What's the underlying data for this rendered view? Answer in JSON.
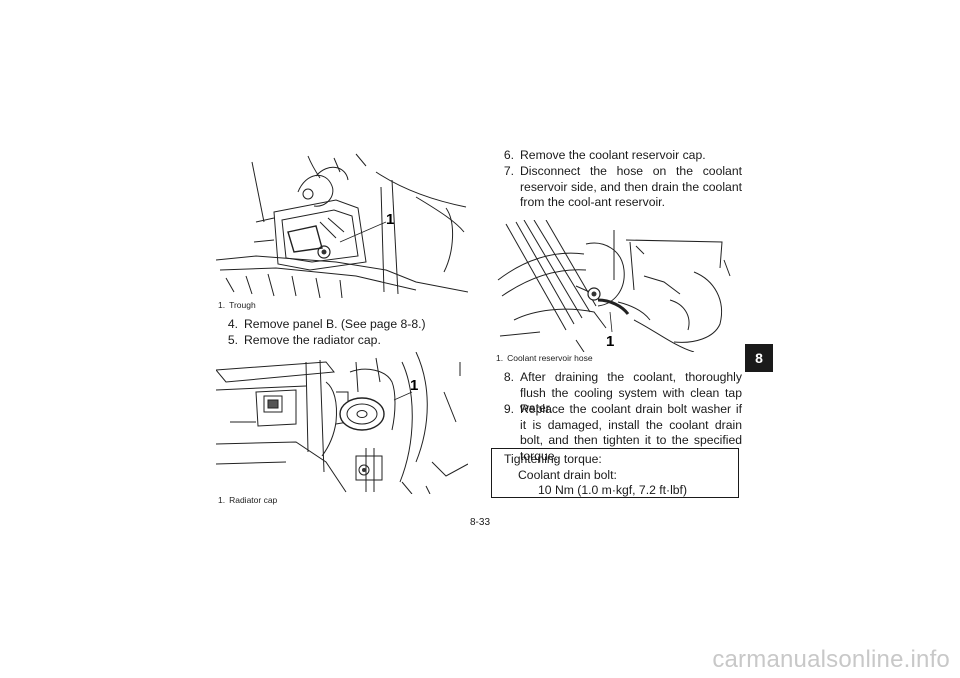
{
  "figures": [
    {
      "callout": "1",
      "caption_num": "1.",
      "caption_text": "Trough"
    },
    {
      "callout": "1",
      "caption_num": "1.",
      "caption_text": "Radiator cap"
    },
    {
      "callout": "1",
      "caption_num": "1.",
      "caption_text": "Coolant reservoir hose"
    }
  ],
  "steps_left": [
    {
      "num": "4.",
      "text": "Remove panel B. (See page 8-8.)"
    },
    {
      "num": "5.",
      "text": "Remove the radiator cap."
    }
  ],
  "steps_right_top": [
    {
      "num": "6.",
      "text": "Remove the coolant reservoir cap."
    },
    {
      "num": "7.",
      "text": "Disconnect the hose on the coolant reservoir side, and then drain the coolant from the cool-ant reservoir."
    }
  ],
  "steps_right_bottom": [
    {
      "num": "8.",
      "text": "After draining the coolant, thoroughly flush the cooling system with clean tap water."
    },
    {
      "num": "9.",
      "text": "Replace the coolant drain bolt washer if it is damaged, install the coolant drain bolt, and then tighten it to the specified torque."
    }
  ],
  "torque_box": {
    "title": "Tightening torque:",
    "item": "Coolant drain bolt:",
    "value": "10 Nm (1.0 m·kgf, 7.2 ft·lbf)"
  },
  "section_tab": "8",
  "page_number": "8-33",
  "watermark": "carmanualsonline.info"
}
